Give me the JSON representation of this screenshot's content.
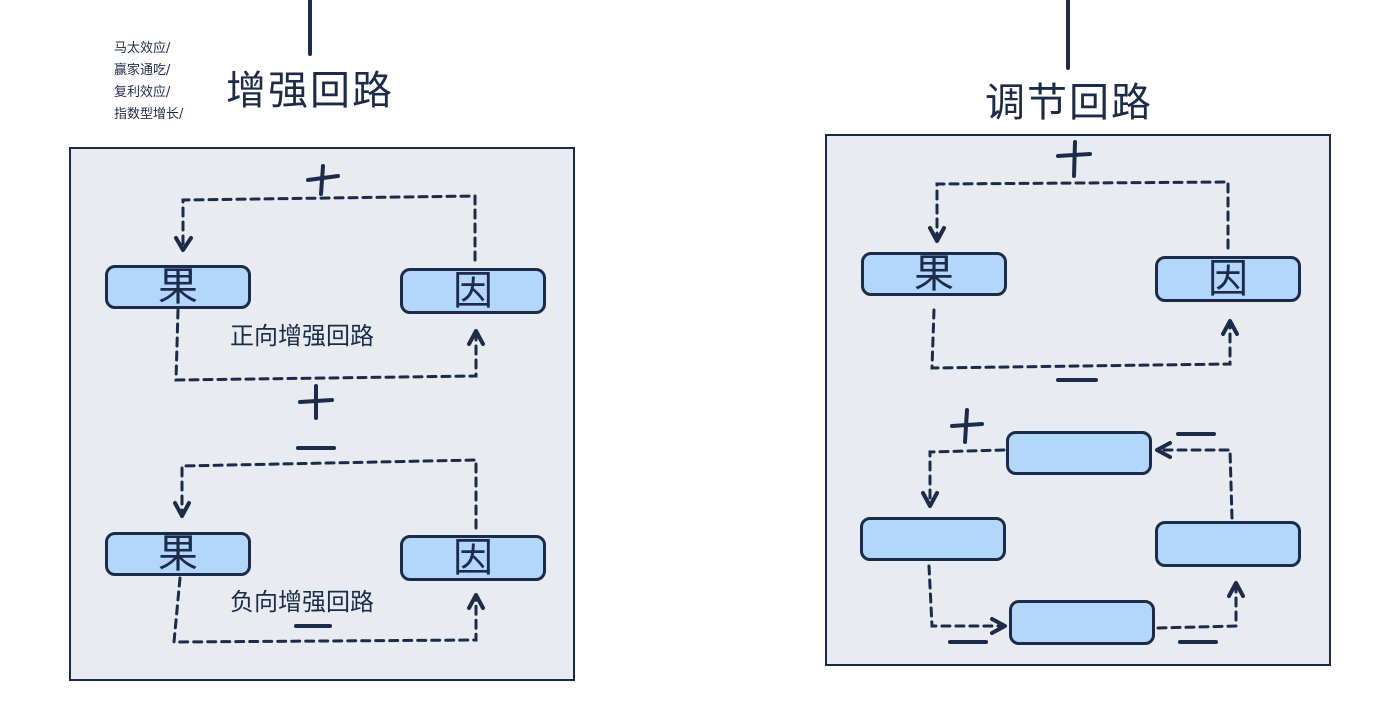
{
  "reinforcing": {
    "title": "增强回路",
    "aliases": [
      "马太效应/",
      "赢家通吃/",
      "复利效应/",
      "指数型增长/"
    ],
    "positive_loop": {
      "effect_label": "果",
      "cause_label": "因",
      "caption": "正向增强回路",
      "top_sign": "plus",
      "bottom_sign": "plus"
    },
    "negative_loop": {
      "effect_label": "果",
      "cause_label": "因",
      "caption": "负向增强回路",
      "top_sign": "minus",
      "bottom_sign": "minus"
    }
  },
  "balancing": {
    "title": "调节回路",
    "simple_loop": {
      "effect_label": "果",
      "cause_label": "因",
      "top_sign": "plus",
      "bottom_sign": "minus"
    },
    "four_node_loop": {
      "top_left_sign": "plus",
      "top_right_sign": "minus",
      "bottom_left_sign": "minus",
      "bottom_right_sign": "minus"
    }
  },
  "colors": {
    "ink": "#1d2b4a",
    "panel": "#e8ebef",
    "node_fill": "#b3d6fb"
  }
}
